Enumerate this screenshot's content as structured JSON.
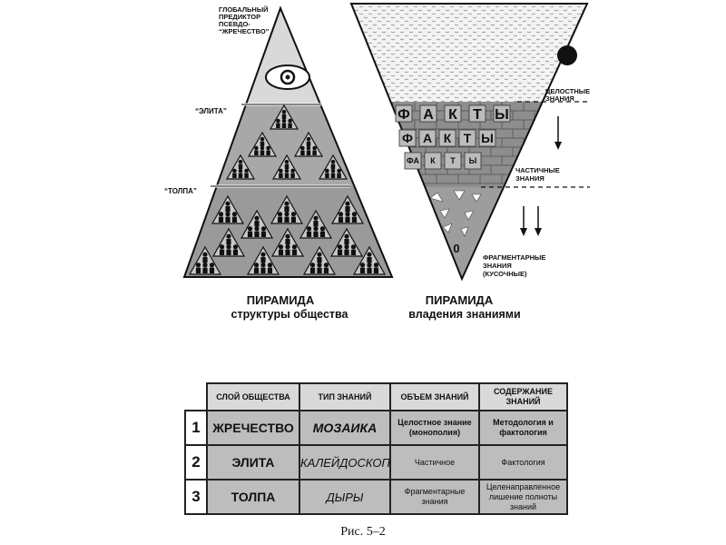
{
  "left_pyramid": {
    "top_label_lines": [
      "ГЛОБАЛЬНЫЙ",
      "ПРЕДИКТОР",
      "ПСЕВДО-",
      "“ЖРЕЧЕСТВО”"
    ],
    "elite_label": "“ЭЛИТА”",
    "crowd_label": "“ТОЛПА”",
    "caption_title": "ПИРАМИДА",
    "caption_sub": "структуры общества",
    "icons": {
      "top": "eye-icon",
      "groups": "people-group-icon"
    }
  },
  "right_pyramid": {
    "label_whole": [
      "ЦЕЛОСТНЫЕ",
      "ЗНАНИЯ"
    ],
    "label_partial": [
      "ЧАСТИЧНЫЕ",
      "ЗНАНИЯ"
    ],
    "label_fragment": [
      "ФРАГМЕНТАРНЫЕ",
      "ЗНАНИЯ",
      "(КУСОЧНЫЕ)"
    ],
    "brick_rows": [
      [
        "Ф",
        "А",
        "К",
        "Т",
        "Ы"
      ],
      [
        "Ф",
        "А",
        "К",
        "Т",
        "Ы"
      ],
      [
        "ФА",
        "К",
        "Т",
        "Ы"
      ]
    ],
    "zero_mark": "0",
    "caption_title": "ПИРАМИДА",
    "caption_sub": "владения знаниями",
    "icons": {
      "sphere": "black-circle-icon",
      "arrows": "down-arrow-icon"
    }
  },
  "table": {
    "headers": [
      "СЛОЙ ОБЩЕСТВА",
      "ТИП ЗНАНИЙ",
      "ОБЪЕМ ЗНАНИЙ",
      "СОДЕРЖАНИЕ ЗНАНИЙ"
    ],
    "rows": [
      {
        "num": "1",
        "layer": "ЖРЕЧЕСТВО",
        "type": "МОЗАИКА",
        "volume": "Целостное знание (монополия)",
        "content": "Методология и фактология"
      },
      {
        "num": "2",
        "layer": "ЭЛИТА",
        "type": "КАЛЕЙДОСКОП",
        "volume": "Частичное",
        "content": "Фактология"
      },
      {
        "num": "3",
        "layer": "ТОЛПА",
        "type": "ДЫРЫ",
        "volume": "Фрагментарные знания",
        "content": "Целенаправленное лишение полноты знаний"
      }
    ]
  },
  "figure_caption": "Рис. 5–2",
  "colors": {
    "light_gray": "#d9d9d9",
    "mid_gray": "#bdbdbd",
    "brick": "#8e8e8e",
    "ink": "#111111"
  }
}
